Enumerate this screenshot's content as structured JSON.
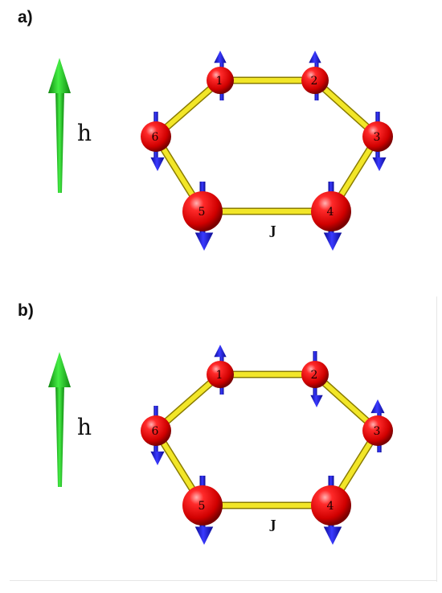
{
  "panels": [
    {
      "label": "a)",
      "field_label": "h",
      "coupling_label": "J",
      "sites": [
        {
          "n": "1",
          "spin": "up"
        },
        {
          "n": "2",
          "spin": "up"
        },
        {
          "n": "3",
          "spin": "down"
        },
        {
          "n": "4",
          "spin": "down"
        },
        {
          "n": "5",
          "spin": "down"
        },
        {
          "n": "6",
          "spin": "down"
        }
      ]
    },
    {
      "label": "b)",
      "field_label": "h",
      "coupling_label": "J",
      "sites": [
        {
          "n": "1",
          "spin": "up"
        },
        {
          "n": "2",
          "spin": "down"
        },
        {
          "n": "3",
          "spin": "up"
        },
        {
          "n": "4",
          "spin": "down"
        },
        {
          "n": "5",
          "spin": "down"
        },
        {
          "n": "6",
          "spin": "down"
        }
      ]
    }
  ],
  "colors": {
    "atom": "#e60000",
    "bond": "#f2e628",
    "spin": "#1515d6",
    "field_arrow": "#22cc22"
  }
}
